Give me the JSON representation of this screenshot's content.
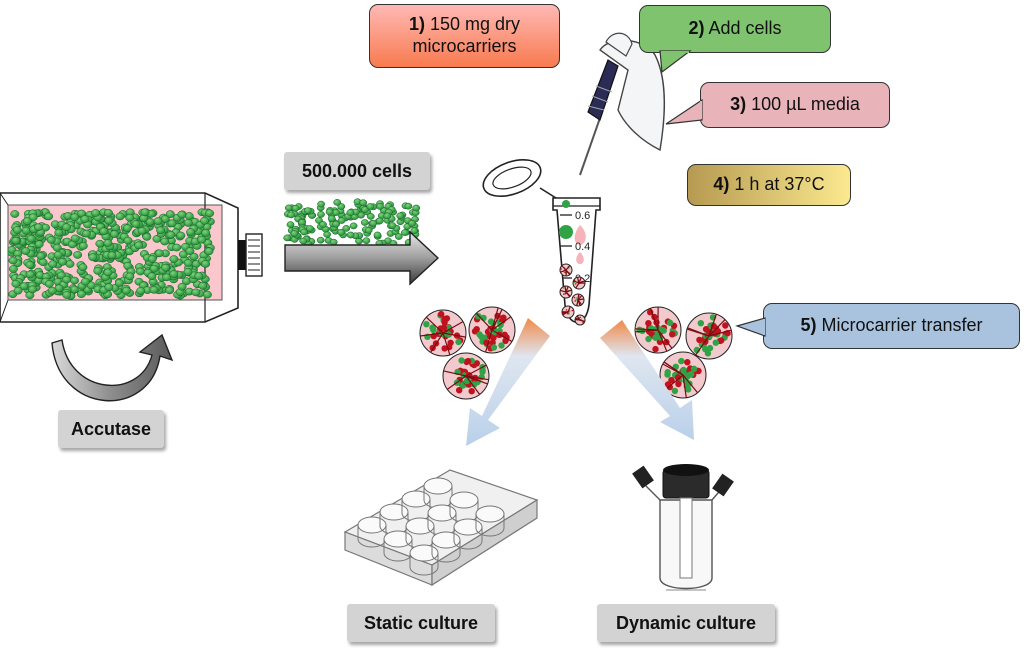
{
  "steps": [
    {
      "num": "1)",
      "text_line1": "150 mg dry",
      "text_line2": "microcarriers"
    },
    {
      "num": "2)",
      "text": "Add cells"
    },
    {
      "num": "3)",
      "text": "100 µL media"
    },
    {
      "num": "4)",
      "text": "1 h at 37°C"
    },
    {
      "num": "5)",
      "text": "Microcarrier transfer"
    }
  ],
  "labels": {
    "cells": "500.000 cells",
    "accutase": "Accutase",
    "static": "Static culture",
    "dynamic": "Dynamic culture"
  },
  "tube_marks": [
    "0.6",
    "0.4",
    "0.2"
  ],
  "colors": {
    "step1_top": "#ffb3b3",
    "step1_bottom": "#f87c50",
    "step2": "#7fc36e",
    "step3": "#e8b4b9",
    "step4_left": "#b69a52",
    "step4_right": "#fbe98f",
    "step5": "#a9c3de",
    "cell_green": "#2fa346",
    "flask_pink": "#f9c7cc",
    "label_gray": "#d3d3d3"
  }
}
